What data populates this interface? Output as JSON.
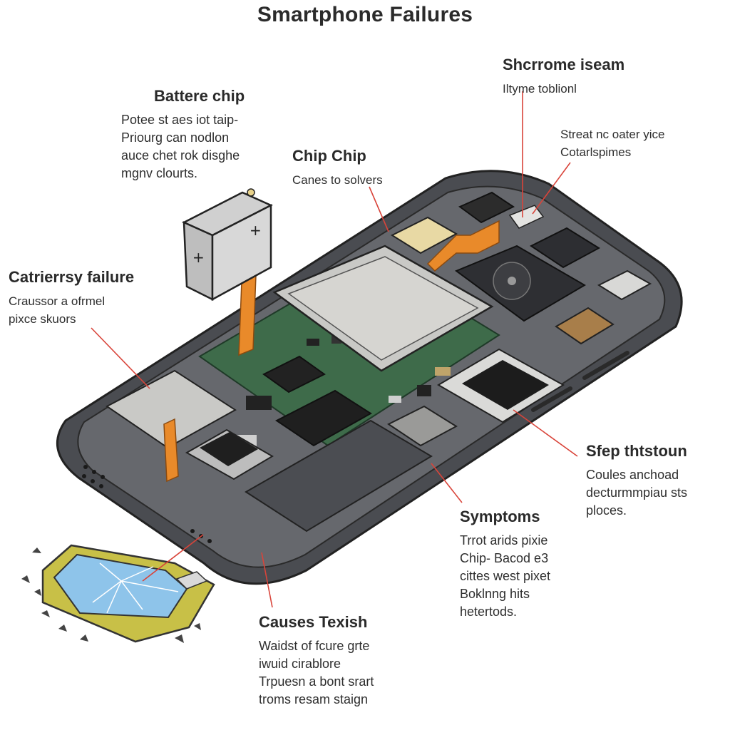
{
  "title": "Smartphone Failures",
  "callouts": {
    "battery": {
      "heading": "Battere chip",
      "lines": [
        "Potee st aes iot taip-",
        "Priourg can nodlon",
        "auce chet rok disghe",
        "mgnv clourts."
      ]
    },
    "chip": {
      "heading": "Chip Chip",
      "lines": [
        "Canes to solvers"
      ]
    },
    "top_right": {
      "heading": "Shcrrome iseam",
      "lines": [
        "Iltyme toblionl"
      ]
    },
    "stress": {
      "heading": "",
      "lines": [
        "Streat nc oater yice",
        "Cotarlspimes"
      ]
    },
    "catrier": {
      "heading": "Catrierrsy failure",
      "lines": [
        "Craussor a ofrmel",
        "pixce skuors"
      ]
    },
    "step": {
      "heading": "Sfep thtstoun",
      "lines": [
        "Coules anchoad",
        "decturmmpiau sts",
        "ploces."
      ]
    },
    "symptoms": {
      "heading": "Symptoms",
      "lines": [
        "Trrot arids pixie",
        "Chip- Bacod e3",
        "cittes west pixet",
        "Boklnng hits",
        "hetertods."
      ]
    },
    "causes": {
      "heading": "Causes Texish",
      "lines": [
        "Waidst of fcure grte",
        "iwuid cirablore",
        "Trpuesn a bont srart",
        "troms resam staign"
      ]
    }
  },
  "colors": {
    "leader": "#d9443a",
    "frame": "#3d3f44",
    "board": "#3e6b4a",
    "flex": "#e98a2a",
    "shield": "#c9c9c6",
    "screen_frame": "#c8c047",
    "glass": "#8ec4ea"
  }
}
